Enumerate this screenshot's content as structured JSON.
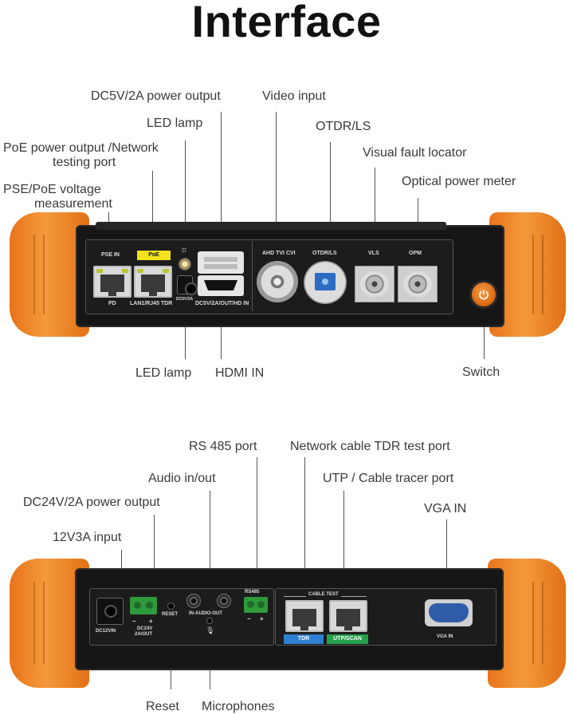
{
  "title": "Interface",
  "top_labels": {
    "dc5v_output": "DC5V/2A power output",
    "video_input": "Video input",
    "led_lamp_top": "LED lamp",
    "otdr_ls": "OTDR/LS",
    "poe_network_line1": "PoE power output /Network",
    "poe_network_line2": "testing port",
    "visual_fault_locator": "Visual fault locator",
    "pse_poe_line1": "PSE/PoE voltage",
    "pse_poe_line2": "measurement",
    "optical_power_meter": "Optical power meter",
    "led_lamp_bottom": "LED lamp",
    "hdmi_in": "HDMI IN",
    "switch": "Switch"
  },
  "top_panel_text": {
    "pse_in": "PSE IN",
    "poe": "PoE",
    "pd": "PD",
    "lan_tdr": "LAN1/RJ45 TDR",
    "dc_small": "DC5V/2A",
    "dc5v_hdmi": "DC5V/2A/OUT/HD IN",
    "ahd": "AHD TVI CVI",
    "otdr": "OTDR/LS",
    "vls": "VLS",
    "opm": "OPM"
  },
  "bottom_labels": {
    "rs485_port": "RS 485 port",
    "network_tdr": "Network cable TDR test port",
    "audio_in_out": "Audio in/out",
    "utp_tracer": "UTP / Cable tracer port",
    "dc24v_output": "DC24V/2A power output",
    "vga_in": "VGA IN",
    "input_12v": "12V3A input",
    "reset": "Reset",
    "microphones": "Microphones"
  },
  "bottom_panel_text": {
    "dc12vin": "DC12VIN",
    "dc24v_l1": "DC24V",
    "dc24v_l2": "2A/OUT",
    "reset": "RESET",
    "audio": "IN-AUDIO-OUT",
    "rs485": "RS485",
    "cable_test": "CABLE TEST",
    "tdr": "TDR",
    "utp_scan": "UTP/SCAN",
    "vga_in": "VGA IN",
    "minus": "−",
    "plus": "+"
  },
  "colors": {
    "bumper": "#f08a2a",
    "body": "#161616",
    "poe_badge": "#f2e21b",
    "tdr_badge": "#2e7fd1",
    "utp_badge": "#23a04a"
  }
}
